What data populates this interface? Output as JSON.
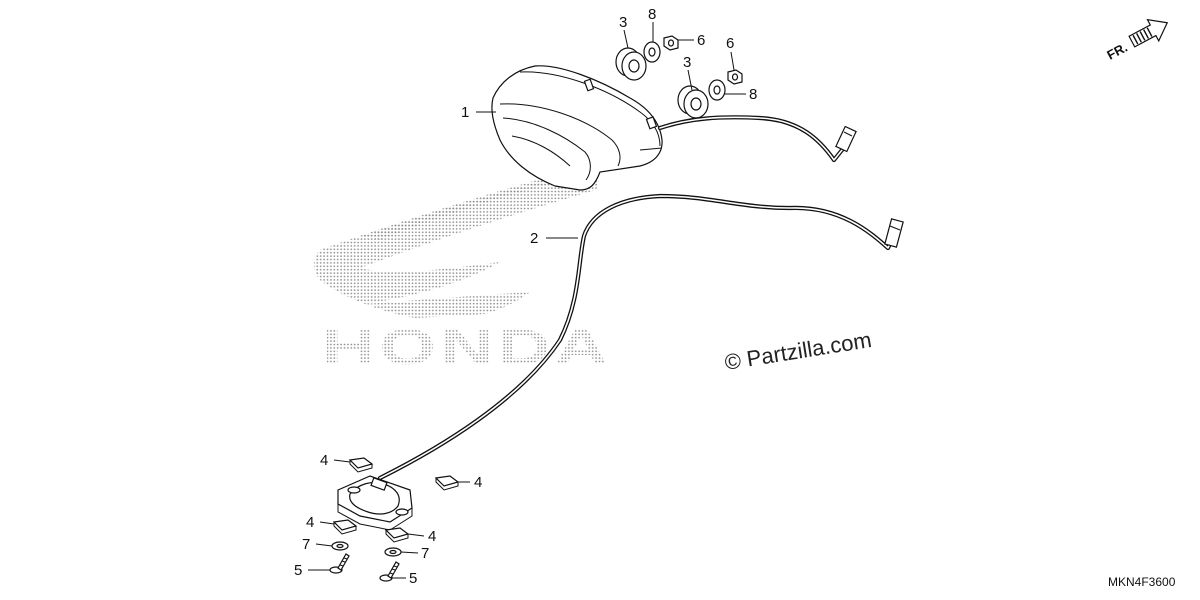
{
  "callouts": [
    {
      "id": "c1",
      "label": "1"
    },
    {
      "id": "c2",
      "label": "2"
    },
    {
      "id": "c3a",
      "label": "3"
    },
    {
      "id": "c3b",
      "label": "3"
    },
    {
      "id": "c8a",
      "label": "8"
    },
    {
      "id": "c8b",
      "label": "8"
    },
    {
      "id": "c6a",
      "label": "6"
    },
    {
      "id": "c6b",
      "label": "6"
    },
    {
      "id": "c4a",
      "label": "4"
    },
    {
      "id": "c4b",
      "label": "4"
    },
    {
      "id": "c4c",
      "label": "4"
    },
    {
      "id": "c4d",
      "label": "4"
    },
    {
      "id": "c7a",
      "label": "7"
    },
    {
      "id": "c7b",
      "label": "7"
    },
    {
      "id": "c5a",
      "label": "5"
    },
    {
      "id": "c5b",
      "label": "5"
    }
  ],
  "watermark": {
    "text": "© Partzilla.com"
  },
  "diagram_code": "MKN4F3600",
  "front_indicator": {
    "label": "FR."
  },
  "brand_logo": {
    "text": "HONDA"
  },
  "colors": {
    "line": "#111111",
    "background": "#ffffff",
    "logo_dots": "#9a9a9a"
  }
}
